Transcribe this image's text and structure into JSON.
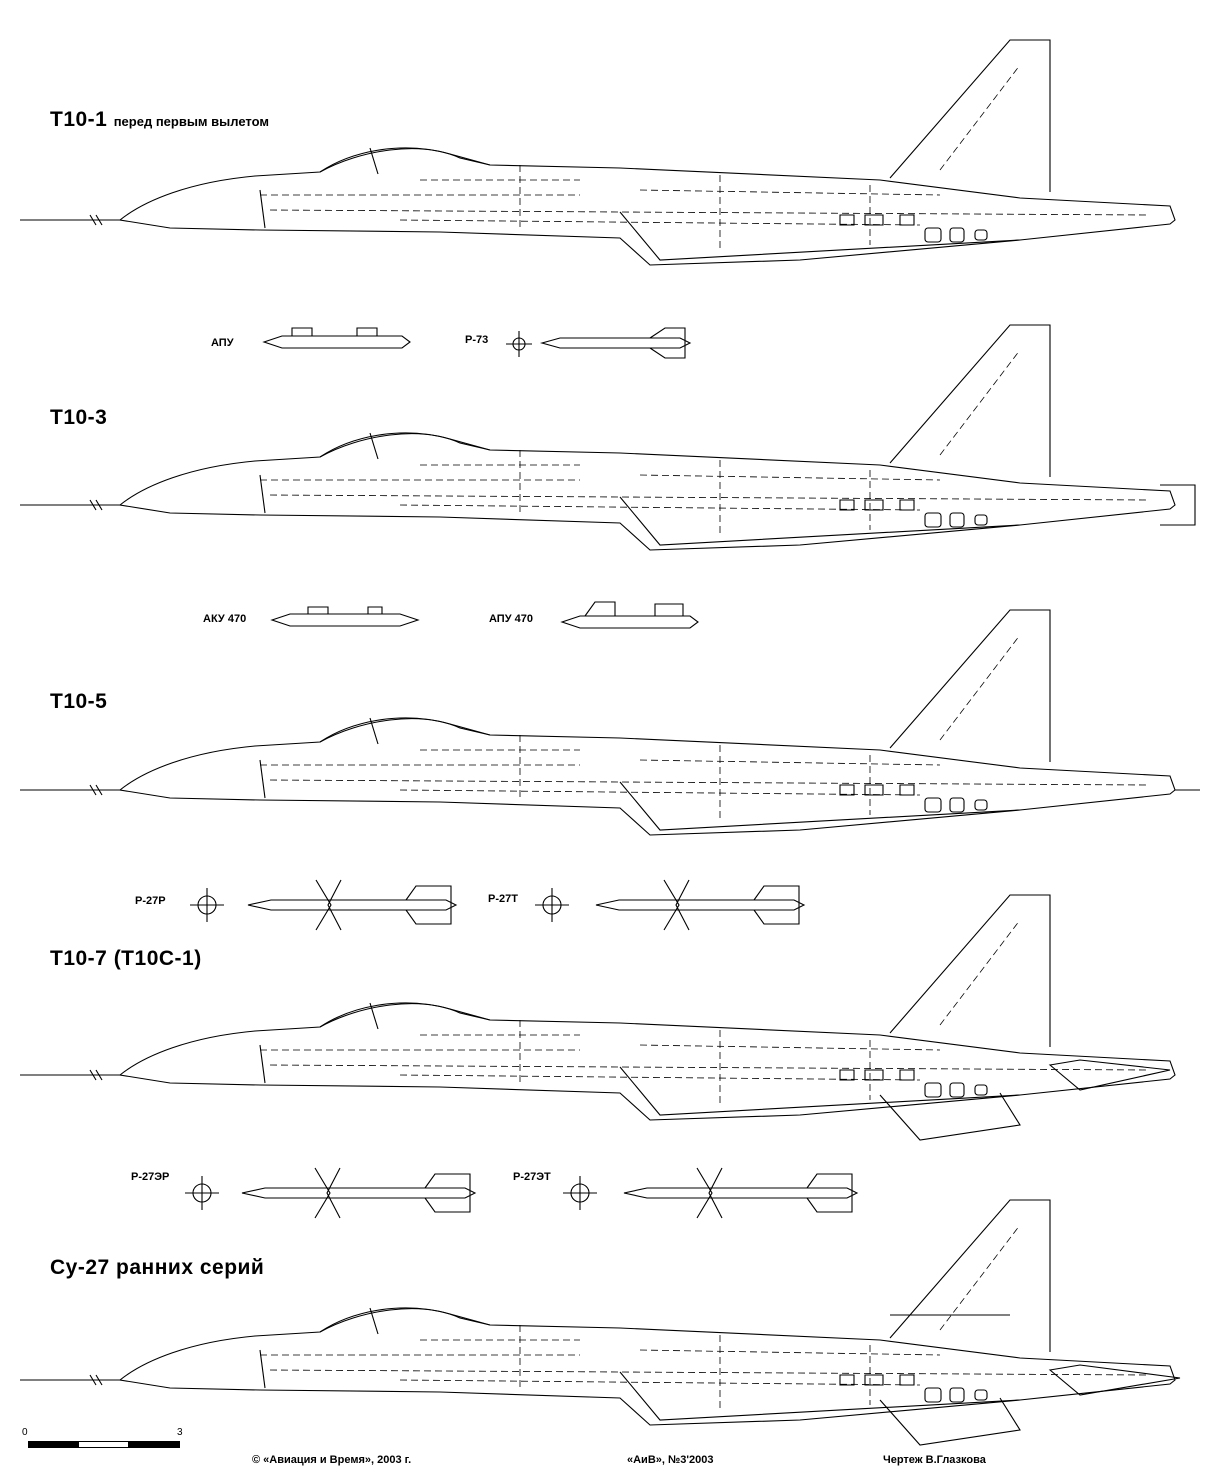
{
  "sections": [
    {
      "title": "Т10-1",
      "subtitle": "перед первым вылетом"
    },
    {
      "title": "Т10-3",
      "subtitle": ""
    },
    {
      "title": "Т10-5",
      "subtitle": ""
    },
    {
      "title": "Т10-7 (Т10С-1)",
      "subtitle": ""
    },
    {
      "title": "Су-27 ранних серий",
      "subtitle": ""
    }
  ],
  "stores": {
    "apu": "АПУ",
    "r73": "Р-73",
    "aku470": "АКУ 470",
    "apu470": "АПУ 470",
    "r27r": "Р-27Р",
    "r27t": "Р-27Т",
    "r27er": "Р-27ЭР",
    "r27et": "Р-27ЭТ"
  },
  "scale": {
    "start": "0",
    "end": "3"
  },
  "footer": {
    "copyright": "© «Авиация и Время», 2003 г.",
    "issue": "«АиВ», №3'2003",
    "author": "Чертеж В.Глазкова"
  }
}
